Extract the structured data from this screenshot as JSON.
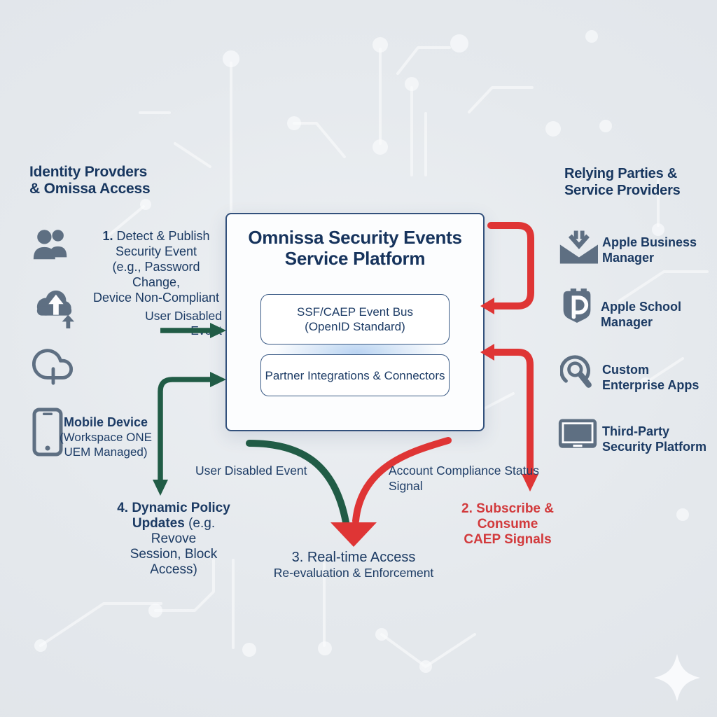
{
  "colors": {
    "background": "#e4e8ec",
    "navy_text": "#1d3c66",
    "green_arrow": "#215c46",
    "red_arrow": "#df3535",
    "red_text": "#d23a3c",
    "icon_slate": "#5e6f82",
    "box_border": "#33517c"
  },
  "left": {
    "header1": "Identity Provders",
    "header2": "& Omissa Access",
    "icons": [
      "users-icon",
      "cloud-upload-icon",
      "cloud-download-icon",
      "mobile-device-icon"
    ],
    "step1": {
      "num": "1.",
      "line1": "Detect & Publish",
      "line2": "Security Event",
      "line3": "(e.g., Password Change,",
      "line4": "Device Non-Compliant"
    },
    "user_disabled_event": "User Disabled Event",
    "mobile": {
      "line1": "Mobile Device",
      "line2": "(Workspace ONE",
      "line3": "UEM Managed)"
    },
    "step4": {
      "line1": "4. Dynamic Policy",
      "line2_bold": "Updates",
      "line2_rest": " (e.g. Revove",
      "line3": "Session, Block Access)"
    }
  },
  "platform": {
    "title1": "Omnissa Security Events",
    "title2": "Service Platform",
    "event_bus1": "SSF/CAEP Event Bus",
    "event_bus2": "(OpenID Standard)",
    "partner": "Partner Integrations & Connectors"
  },
  "right": {
    "header1": "Relying Parties &",
    "header2": "Service Providers",
    "items": [
      {
        "icon": "inbox-download-icon",
        "line1": "Apple Business",
        "line2": "Manager"
      },
      {
        "icon": "shield-p-icon",
        "line1": "Apple School",
        "line2": "Manager"
      },
      {
        "icon": "search-loop-icon",
        "line1": "Custom",
        "line2": "Enterprise Apps"
      },
      {
        "icon": "monitor-icon",
        "line1": "Third-Party",
        "line2": "Security Platform"
      }
    ],
    "step2": {
      "line1": "2. Subscribe &",
      "line2": "Consume",
      "line3": "CAEP Signals"
    }
  },
  "bottom": {
    "user_disabled_event": "User Disabled Event",
    "account1": "Account Compliance Status",
    "account2": "Signal",
    "step3": {
      "line1": "3. Real-time Access",
      "line2": "Re-evaluation & Enforcement"
    }
  },
  "decor": {
    "sparkle": "sparkle-icon"
  }
}
